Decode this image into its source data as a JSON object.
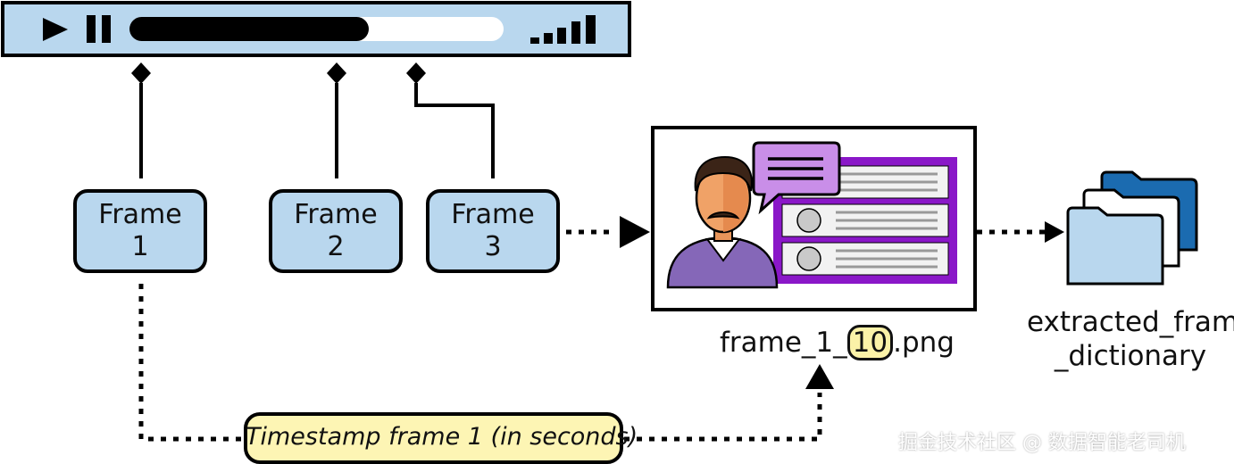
{
  "player": {
    "play_icon": "play-icon",
    "pause_icon": "pause-icon",
    "volume_icon": "volume-bars-icon",
    "progress": 0.6
  },
  "frames": [
    {
      "label": "Frame",
      "number": "1"
    },
    {
      "label": "Frame",
      "number": "2"
    },
    {
      "label": "Frame",
      "number": "3"
    }
  ],
  "image_preview": {
    "filename_prefix": "frame_1_",
    "filename_highlight": "10",
    "filename_suffix": ".png",
    "icons": [
      "person-icon",
      "chat-bubble-icon",
      "list-panel-icon"
    ]
  },
  "output_folder": {
    "line1": "extracted_frames",
    "line2": "_dictionary",
    "icon": "folder-stack-icon"
  },
  "timestamp_label": "Timestamp frame 1 (in seconds)",
  "watermark": "掘金技术社区 @ 数据智能老司机",
  "colors": {
    "box_fill": "#b9d7ee",
    "timestamp_fill": "#fdf5b4",
    "panel_purple": "#8a17c8",
    "bubble_purple": "#c98ee8",
    "folder_dark": "#1b6bb0"
  }
}
